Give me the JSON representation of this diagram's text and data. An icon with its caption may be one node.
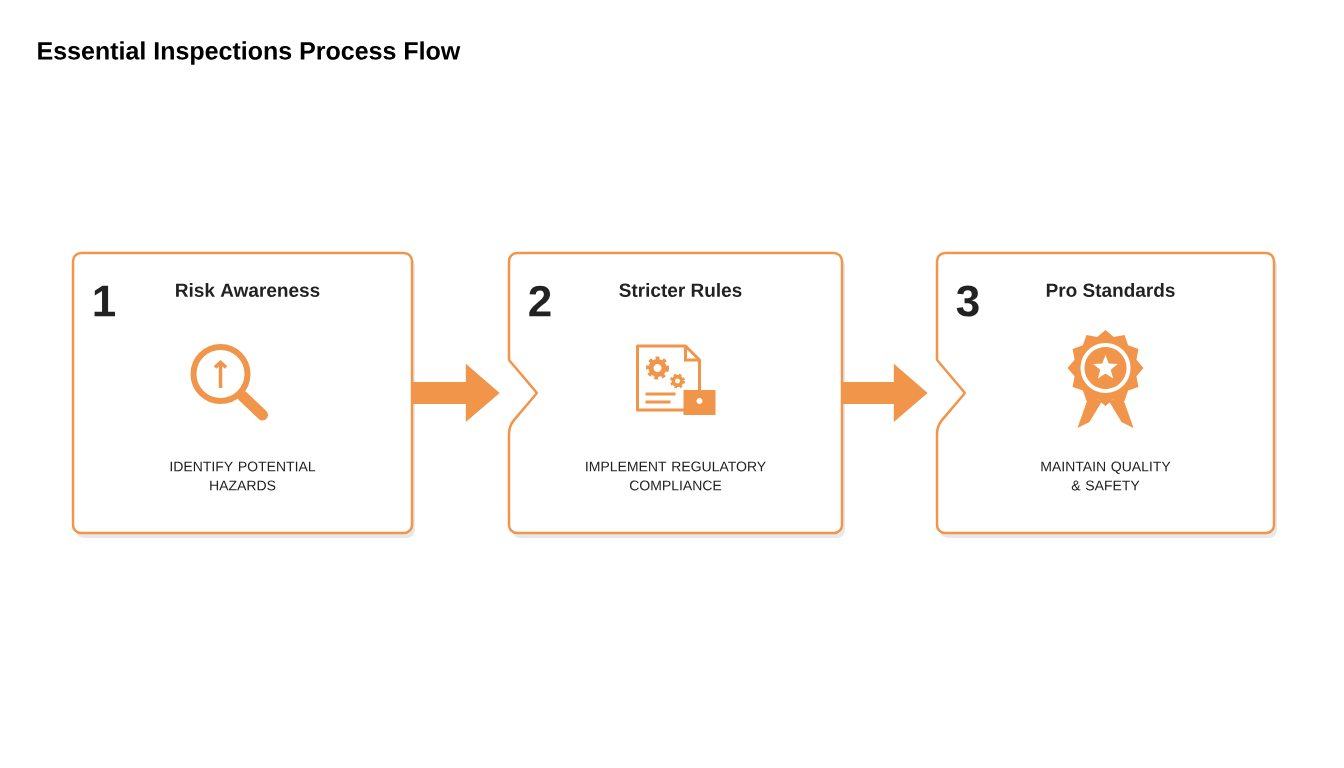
{
  "diagram": {
    "title": "Essential Inspections Process Flow",
    "nodes": [
      {
        "text": [
          "1",
          "Risk Awareness",
          "IDENTIFY POTENTIAL HAZARDS"
        ]
      },
      {
        "text": [
          "2",
          "Stricter Rules",
          "IMPLEMENT REGULATORY COMPLIANCE"
        ]
      },
      {
        "text": [
          "3",
          "Pro Standards",
          "MAINTAIN QUALITY & SAFETY"
        ]
      }
    ],
    "edges": [
      {
        "from": 0,
        "to": 1,
        "arrow": "to"
      },
      {
        "from": 1,
        "to": 2,
        "arrow": "to"
      }
    ]
  }
}
